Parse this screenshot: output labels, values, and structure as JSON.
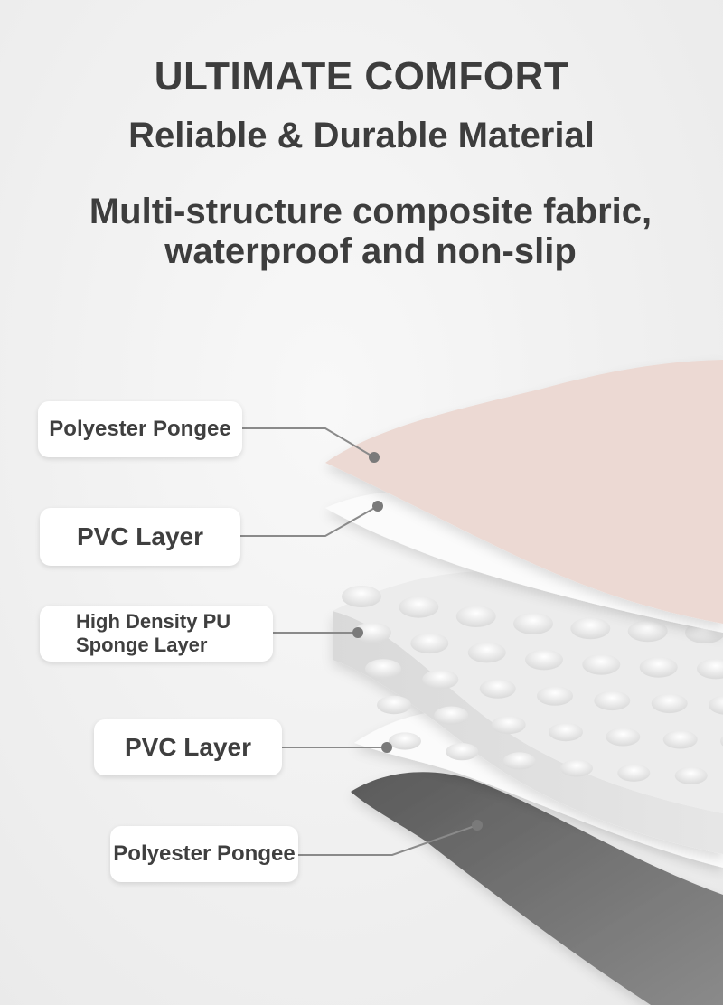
{
  "header": {
    "title": "ULTIMATE COMFORT",
    "subtitle": "Reliable & Durable Material",
    "description_line1": "Multi-structure composite fabric,",
    "description_line2": "waterproof and non-slip"
  },
  "layers": [
    {
      "label": "Polyester Pongee",
      "color": "#ecd9d3"
    },
    {
      "label": "PVC Layer",
      "color": "#fbfbfb"
    },
    {
      "label_line1": "High Density PU",
      "label_line2": "Sponge Layer",
      "color": "#eeeeee"
    },
    {
      "label": "PVC Layer",
      "color": "#fcfcfc"
    },
    {
      "label": "Polyester Pongee",
      "color": "#6a6a6a"
    }
  ],
  "colors": {
    "text": "#3d3d3d",
    "leader_line": "#8a8a8a",
    "pink_fabric": "#ecd9d3",
    "grey_fabric": "#6a6a6a"
  }
}
